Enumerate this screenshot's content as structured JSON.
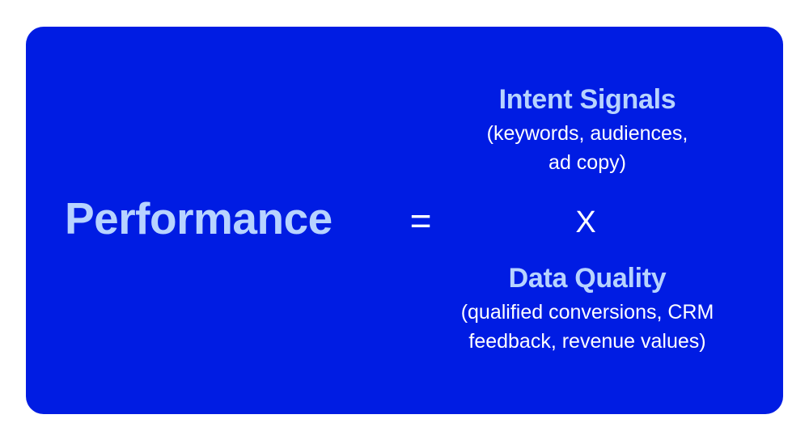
{
  "left_term": "Performance",
  "equals": "=",
  "multiply": "X",
  "top_term": {
    "title": "Intent Signals",
    "lines": [
      "(keywords, audiences,",
      "ad copy)"
    ]
  },
  "bottom_term": {
    "title": "Data Quality",
    "lines": [
      "(qualified conversions, CRM",
      "feedback, revenue values)"
    ]
  },
  "colors": {
    "background": "#001ce3",
    "accent_text": "#b7d3ff",
    "text": "#ffffff"
  }
}
